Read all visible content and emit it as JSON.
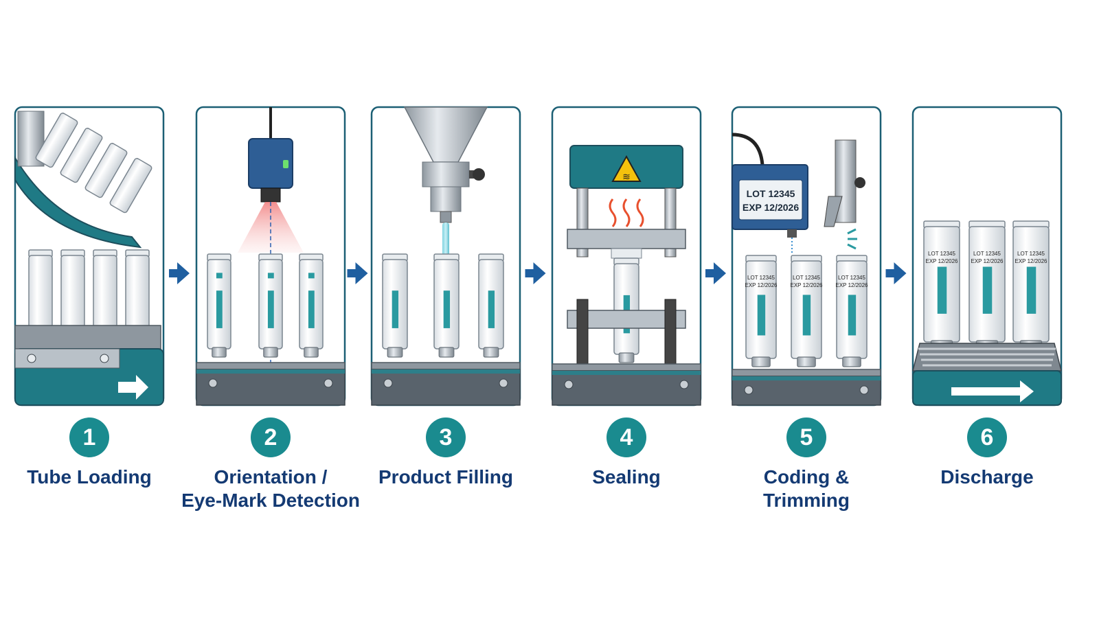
{
  "colors": {
    "teal": "#1f7a85",
    "teal_light": "#2a9aa0",
    "panel_border": "#1b5f74",
    "arrow": "#1f5fa0",
    "label": "#143a73",
    "badge": "#1a8b8f"
  },
  "steps": [
    {
      "number": "1",
      "label_lines": [
        "Tube Loading"
      ],
      "icon": "tube-loader-icon"
    },
    {
      "number": "2",
      "label_lines": [
        "Orientation /",
        "Eye-Mark Detection"
      ],
      "icon": "eye-mark-sensor-icon"
    },
    {
      "number": "3",
      "label_lines": [
        "Product Filling"
      ],
      "icon": "filling-hopper-icon"
    },
    {
      "number": "4",
      "label_lines": [
        "Sealing"
      ],
      "icon": "heat-sealer-icon"
    },
    {
      "number": "5",
      "label_lines": [
        "Coding &",
        "Trimming"
      ],
      "icon": "coder-trimmer-icon"
    },
    {
      "number": "6",
      "label_lines": [
        "Discharge"
      ],
      "icon": "discharge-conveyor-icon"
    }
  ],
  "coder_print": {
    "lot": "LOT 12345",
    "exp": "EXP 12/2026"
  },
  "warning_symbol": "heat-warning-icon"
}
